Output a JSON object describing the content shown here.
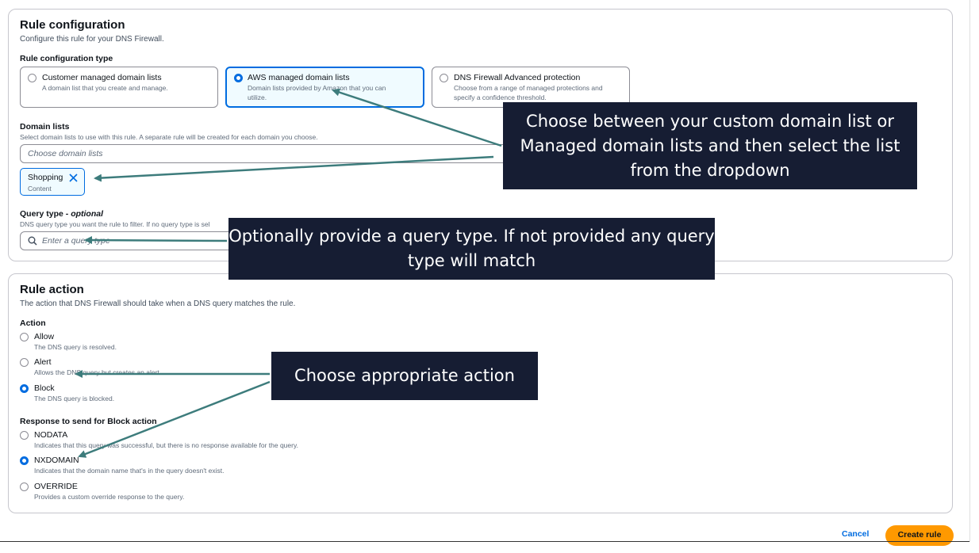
{
  "rule_config": {
    "title": "Rule configuration",
    "description": "Configure this rule for your DNS Firewall.",
    "type_label": "Rule configuration type",
    "types": [
      {
        "title": "Customer managed domain lists",
        "desc": "A domain list that you create and manage.",
        "selected": false
      },
      {
        "title": "AWS managed domain lists",
        "desc": "Domain lists provided by Amazon that you can utilize.",
        "selected": true
      },
      {
        "title": "DNS Firewall Advanced protection",
        "desc": "Choose from a range of managed protections and specify a confidence threshold.",
        "selected": false
      }
    ],
    "domain_lists": {
      "label": "Domain lists",
      "desc": "Select domain lists to use with this rule. A separate rule will be created for each domain you choose.",
      "placeholder": "Choose domain lists",
      "token_name": "Shopping",
      "token_sub": "Content"
    },
    "query_type": {
      "label": "Query type - ",
      "optional": "optional",
      "desc": "DNS query type you want the rule to filter. If no query type is sel",
      "placeholder": "Enter a query type"
    }
  },
  "rule_action": {
    "title": "Rule action",
    "description": "The action that DNS Firewall should take when a DNS query matches the rule.",
    "action_label": "Action",
    "actions": [
      {
        "title": "Allow",
        "desc": "The DNS query is resolved.",
        "selected": false
      },
      {
        "title": "Alert",
        "desc": "Allows the DNS query but creates an alert.",
        "selected": false
      },
      {
        "title": "Block",
        "desc": "The DNS query is blocked.",
        "selected": true
      }
    ],
    "response_label": "Response to send for Block action",
    "responses": [
      {
        "title": "NODATA",
        "desc": "Indicates that this query was successful, but there is no response available for the query.",
        "selected": false
      },
      {
        "title": "NXDOMAIN",
        "desc": "Indicates that the domain name that's in the query doesn't exist.",
        "selected": true
      },
      {
        "title": "OVERRIDE",
        "desc": "Provides a custom override response to the query.",
        "selected": false
      }
    ]
  },
  "footer": {
    "cancel": "Cancel",
    "create": "Create rule"
  },
  "callouts": {
    "domain": "Choose between your custom domain list or Managed domain lists and then select the list from the dropdown",
    "query": "Optionally provide a query type. If not provided any query type will match",
    "action": "Choose appropriate action"
  },
  "colors": {
    "accent": "#006ce0",
    "primary_button": "#ff9900",
    "callout_bg": "#161d33",
    "arrow": "#3d7c7c"
  },
  "icons": {
    "token_remove": "close-icon",
    "query_search": "search-icon"
  }
}
